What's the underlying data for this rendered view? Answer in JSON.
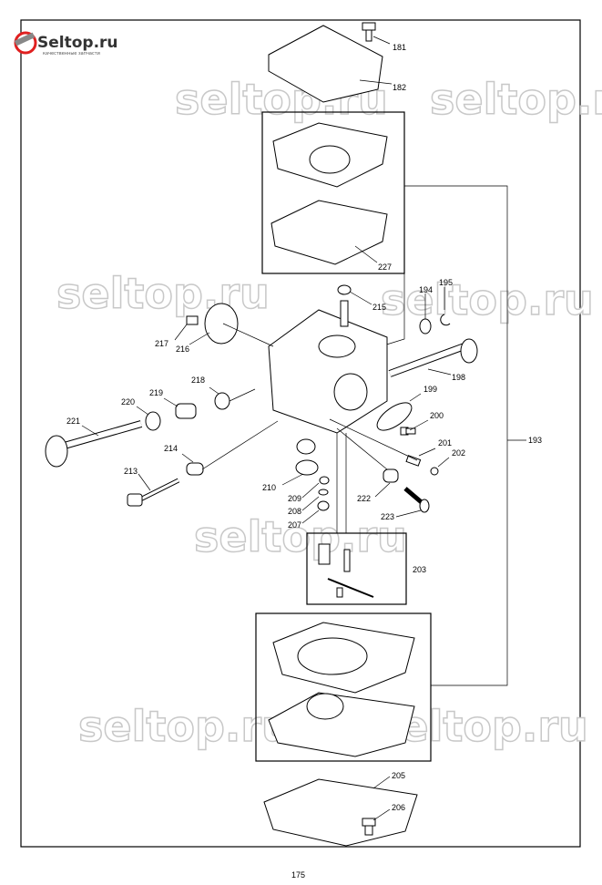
{
  "logo": {
    "name": "Seltop.ru",
    "tagline": "качественные запчасти",
    "accent": "#e02020"
  },
  "watermark": "seltop.ru",
  "page_number": "175",
  "bracket_label": "193",
  "kit_label": "203",
  "parts": [
    "181",
    "182",
    "227",
    "215",
    "194",
    "195",
    "217",
    "216",
    "198",
    "218",
    "219",
    "220",
    "199",
    "200",
    "221",
    "201",
    "202",
    "214",
    "210",
    "209",
    "208",
    "207",
    "222",
    "223",
    "213",
    "205",
    "206"
  ]
}
